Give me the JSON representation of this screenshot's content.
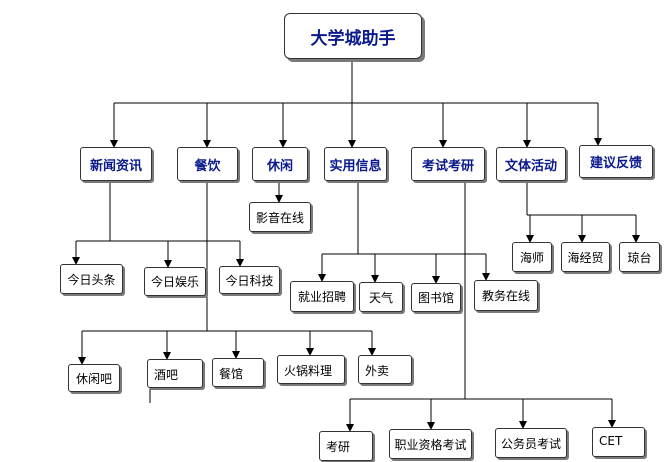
{
  "title": "大学城助手",
  "categories": {
    "news": "新闻资讯",
    "dining": "餐饮",
    "leisure": "休闲",
    "practical": "实用信息",
    "exams": "考试考研",
    "culture": "文体活动",
    "feedback": "建议反馈"
  },
  "news_items": [
    "今日头条",
    "今日娱乐",
    "今日科技"
  ],
  "dining_items": [
    "休闲吧",
    "酒吧",
    "餐馆",
    "火锅料理",
    "外卖"
  ],
  "leisure_items": [
    "影音在线"
  ],
  "practical_items": [
    "就业招聘",
    "天气",
    "图书馆",
    "教务在线"
  ],
  "exam_items": [
    "考研",
    "职业资格考试",
    "公务员考试",
    "CET"
  ],
  "culture_items": [
    "海师",
    "海经贸",
    "琼台"
  ]
}
